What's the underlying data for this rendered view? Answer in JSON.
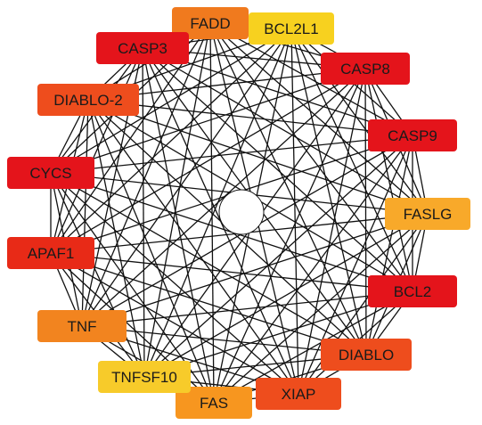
{
  "network": {
    "nodes": [
      {
        "id": "FADD",
        "label": "FADD",
        "color": "#F07A1E"
      },
      {
        "id": "BCL2L1",
        "label": "BCL2L1",
        "color": "#F7D11F"
      },
      {
        "id": "CASP8",
        "label": "CASP8",
        "color": "#E4141B"
      },
      {
        "id": "CASP9",
        "label": "CASP9",
        "color": "#E4141B"
      },
      {
        "id": "FASLG",
        "label": "FASLG",
        "color": "#F8A92A"
      },
      {
        "id": "BCL2",
        "label": "BCL2",
        "color": "#E4141B"
      },
      {
        "id": "DIABLO",
        "label": "DIABLO",
        "color": "#EE4D1D"
      },
      {
        "id": "XIAP",
        "label": "XIAP",
        "color": "#EE4D1D"
      },
      {
        "id": "FAS",
        "label": "FAS",
        "color": "#F7961F"
      },
      {
        "id": "TNFSF10",
        "label": "TNFSF10",
        "color": "#F7CB2A"
      },
      {
        "id": "TNF",
        "label": "TNF",
        "color": "#F2841F"
      },
      {
        "id": "APAF1",
        "label": "APAF1",
        "color": "#E82A17"
      },
      {
        "id": "CYCS",
        "label": "CYCS",
        "color": "#E4141B"
      },
      {
        "id": "DIABLO-2",
        "label": "DIABLO-2",
        "color": "#EE4D1D"
      },
      {
        "id": "CASP3",
        "label": "CASP3",
        "color": "#E4141B"
      }
    ],
    "edge_color": "#111111"
  }
}
